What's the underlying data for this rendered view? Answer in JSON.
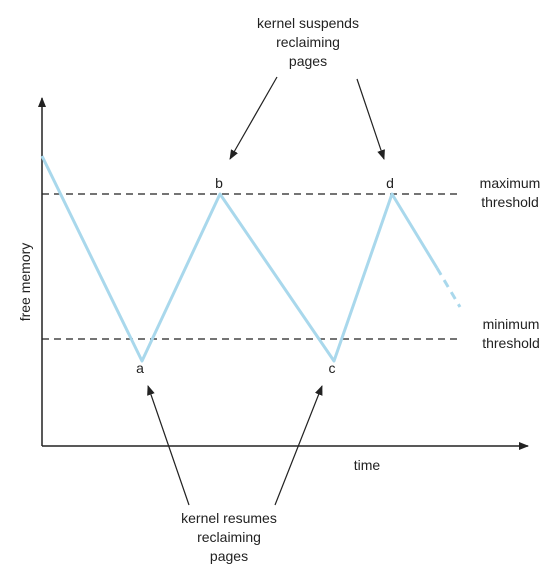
{
  "axes": {
    "y_label": "free memory",
    "x_label": "time"
  },
  "thresholds": {
    "maximum_line1": "maximum",
    "maximum_line2": "threshold",
    "minimum_line1": "minimum",
    "minimum_line2": "threshold"
  },
  "points": {
    "a": "a",
    "b": "b",
    "c": "c",
    "d": "d"
  },
  "annotations": {
    "suspend": [
      "kernel suspends",
      "reclaiming",
      "pages"
    ],
    "resume": [
      "kernel resumes",
      "reclaiming",
      "pages"
    ]
  },
  "colors": {
    "curve": "#a9d8ec",
    "axis": "#222222",
    "threshold_line": "#222222",
    "text": "#222222"
  }
}
